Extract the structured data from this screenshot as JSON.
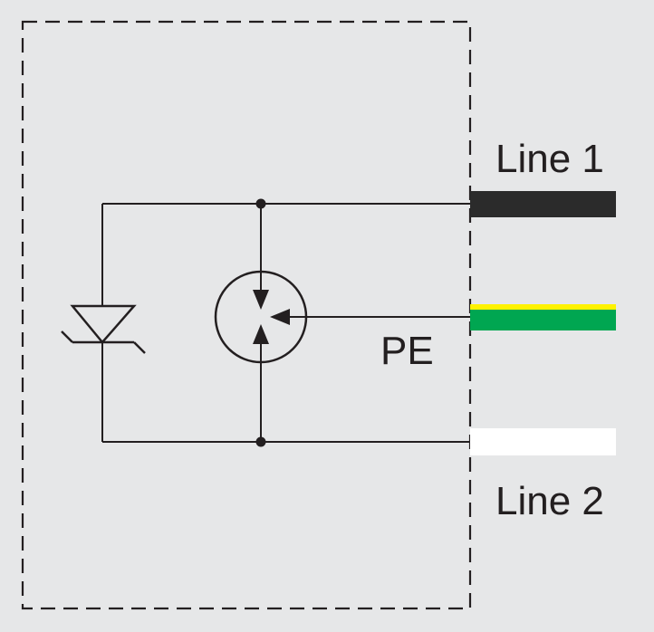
{
  "labels": {
    "line1": "Line 1",
    "pe": "PE",
    "line2": "Line 2"
  },
  "colors": {
    "background": "#e6e7e8",
    "stroke": "#231f20",
    "line1_wire": "#2b2b2b",
    "pe_wire_main": "#00a651",
    "pe_wire_stripe": "#fff200",
    "line2_wire": "#ffffff"
  },
  "components": {
    "left": "tvs-diode",
    "center": "gas-discharge-tube"
  }
}
